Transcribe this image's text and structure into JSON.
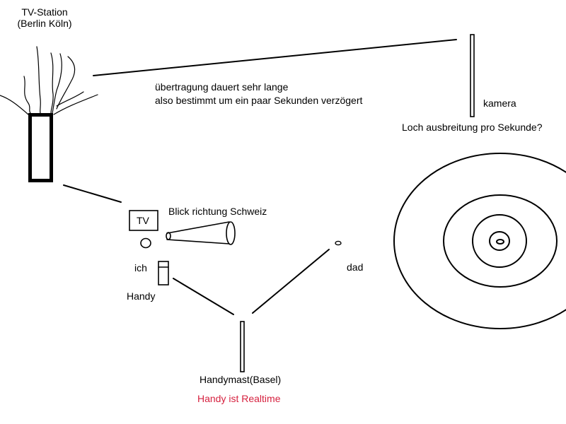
{
  "tv_station": {
    "line1": "TV-Station",
    "line2": "(Berlin Köln)"
  },
  "broadcast_note": {
    "line1": "übertragung dauert sehr lange",
    "line2": "also bestimmt um ein paar Sekunden verzögert"
  },
  "camera_label": "kamera",
  "question": "Loch ausbreitung pro Sekunde?",
  "tv_label": "TV",
  "view_label": "Blick richtung Schweiz",
  "me_label": "ich",
  "phone_label": "Handy",
  "dad_label": "dad",
  "mast_label": "Handymast(Basel)",
  "realtime_note": "Handy ist Realtime",
  "colors": {
    "ink": "#000000",
    "accent": "#d6213f",
    "background": "#ffffff"
  }
}
